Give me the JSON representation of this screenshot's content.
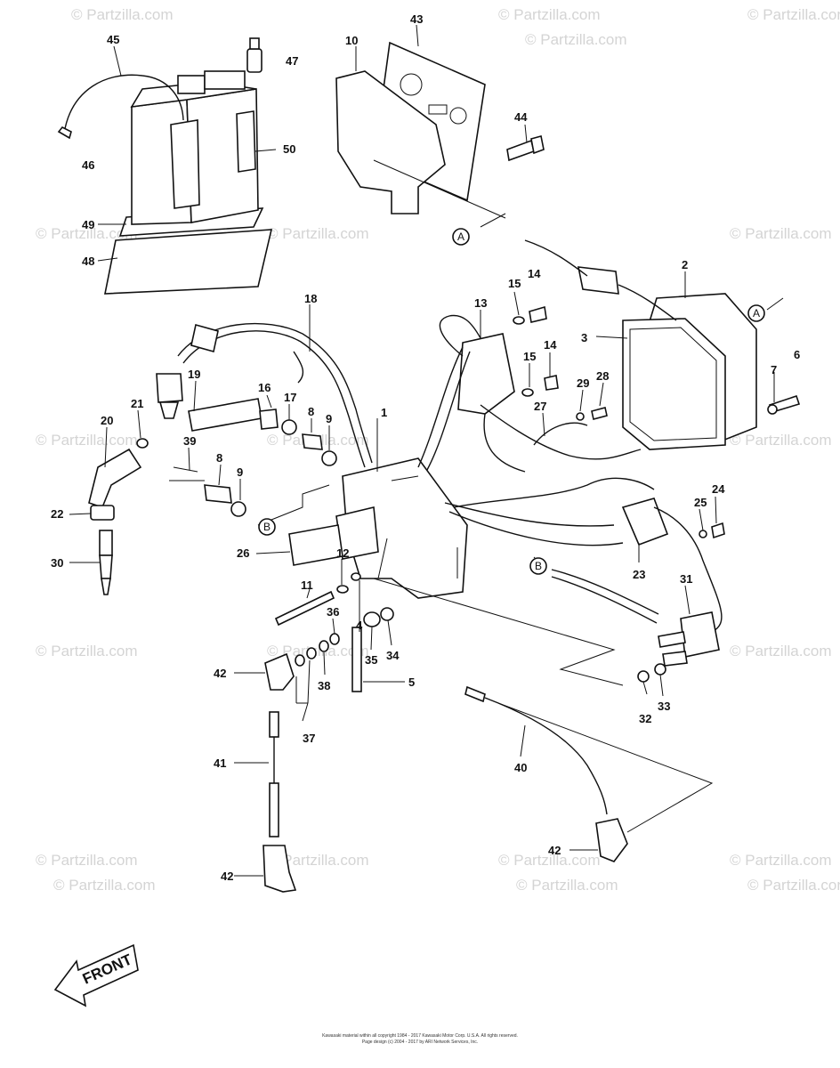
{
  "diagram": {
    "watermark": "© Partzilla.com",
    "front_label": "FRONT",
    "footer": {
      "line1": "Kawasaki material within all copyright 1984 - 2017 Kawasaki Motor Corp. U.S.A. All rights reserved.",
      "line2": "Page design (c) 2004 - 2017 by ARI Network Services, Inc."
    },
    "callouts": [
      "1",
      "2",
      "3",
      "4",
      "5",
      "6",
      "7",
      "8",
      "8",
      "9",
      "9",
      "10",
      "11",
      "12",
      "13",
      "14",
      "14",
      "15",
      "15",
      "16",
      "17",
      "18",
      "19",
      "20",
      "21",
      "22",
      "23",
      "24",
      "25",
      "26",
      "27",
      "28",
      "29",
      "30",
      "31",
      "32",
      "33",
      "34",
      "35",
      "36",
      "37",
      "38",
      "39",
      "40",
      "41",
      "42",
      "42",
      "42",
      "43",
      "44",
      "45",
      "46",
      "47",
      "48",
      "49",
      "50"
    ],
    "reference_markers": [
      "A",
      "A",
      "B",
      "B"
    ]
  }
}
